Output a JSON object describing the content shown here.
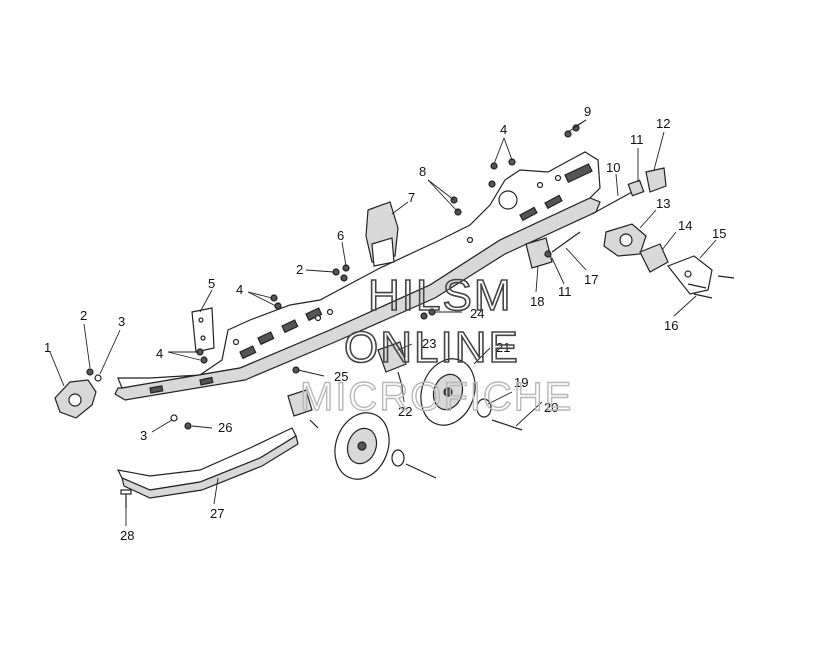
{
  "watermark": {
    "line1": "HILSM",
    "line2": "ONLINE",
    "line3": "MICROFICHE"
  },
  "callouts": [
    {
      "id": "c1",
      "text": "1"
    },
    {
      "id": "c2a",
      "text": "2"
    },
    {
      "id": "c2b",
      "text": "2"
    },
    {
      "id": "c3a",
      "text": "3"
    },
    {
      "id": "c3b",
      "text": "3"
    },
    {
      "id": "c4a",
      "text": "4"
    },
    {
      "id": "c4b",
      "text": "4"
    },
    {
      "id": "c4c",
      "text": "4"
    },
    {
      "id": "c5",
      "text": "5"
    },
    {
      "id": "c6",
      "text": "6"
    },
    {
      "id": "c7",
      "text": "7"
    },
    {
      "id": "c8",
      "text": "8"
    },
    {
      "id": "c9",
      "text": "9"
    },
    {
      "id": "c10",
      "text": "10"
    },
    {
      "id": "c11a",
      "text": "11"
    },
    {
      "id": "c11b",
      "text": "11"
    },
    {
      "id": "c12",
      "text": "12"
    },
    {
      "id": "c13",
      "text": "13"
    },
    {
      "id": "c14",
      "text": "14"
    },
    {
      "id": "c15",
      "text": "15"
    },
    {
      "id": "c16",
      "text": "16"
    },
    {
      "id": "c17",
      "text": "17"
    },
    {
      "id": "c18",
      "text": "18"
    },
    {
      "id": "c19",
      "text": "19"
    },
    {
      "id": "c20",
      "text": "20"
    },
    {
      "id": "c21",
      "text": "21"
    },
    {
      "id": "c22",
      "text": "22"
    },
    {
      "id": "c23",
      "text": "23"
    },
    {
      "id": "c24",
      "text": "24"
    },
    {
      "id": "c25",
      "text": "25"
    },
    {
      "id": "c26",
      "text": "26"
    },
    {
      "id": "c27",
      "text": "27"
    },
    {
      "id": "c28",
      "text": "28"
    }
  ]
}
